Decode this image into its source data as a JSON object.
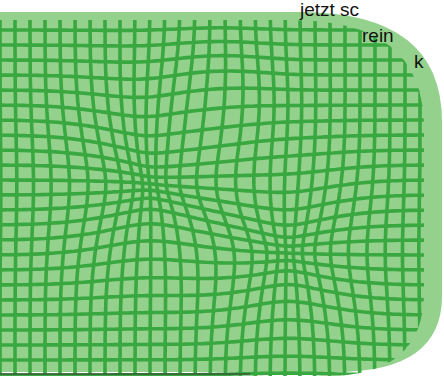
{
  "diagram": {
    "labels": [
      "jetzt sc",
      "rein",
      "k"
    ]
  }
}
